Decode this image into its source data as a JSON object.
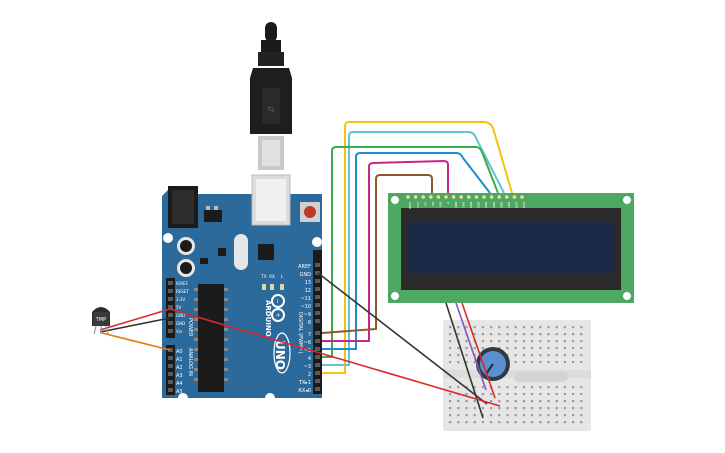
{
  "sensor": {
    "label": "TMP"
  },
  "arduino": {
    "brand": "ARDUINO",
    "model": "UNO",
    "power_label": "POWER",
    "analog_label": "ANALOG IN",
    "digital_label": "DIGITAL (PWM~)",
    "power_pins": [
      "IOREF",
      "RESET",
      "3.3V",
      "5V",
      "GND",
      "GND",
      "Vin"
    ],
    "analog_pins": [
      "A0",
      "A1",
      "A2",
      "A3",
      "A4",
      "A5"
    ],
    "digital_pins": [
      "AREF",
      "GND",
      "13",
      "12",
      "~11",
      "~10",
      "~9",
      "8",
      "7",
      "~6",
      "~5",
      "4",
      "~3",
      "2",
      "TX▸1",
      "RX◂0"
    ],
    "led_labels": [
      "TX",
      "RX",
      "L"
    ]
  },
  "lcd": {
    "pin_labels": [
      "GND",
      "VCC",
      "V0",
      "RS",
      "RW",
      "E",
      "DB0",
      "DB1",
      "DB2",
      "DB3",
      "DB4",
      "DB5",
      "DB6",
      "DB7",
      "LED",
      "LED"
    ]
  },
  "colors": {
    "arduino_board": "#2c6a9c",
    "lcd_board": "#4ea862",
    "lcd_screen": "#1d2a47",
    "breadboard": "#e6e6e6",
    "wire_yellow": "#f2c40f",
    "wire_cyan": "#62c4cf",
    "wire_green": "#3aac4e",
    "wire_blue": "#1c8ec7",
    "wire_magenta": "#c8258a",
    "wire_brown": "#8b5a2b",
    "wire_red": "#d92a2a",
    "wire_black": "#333333",
    "wire_orange": "#e07d10"
  }
}
